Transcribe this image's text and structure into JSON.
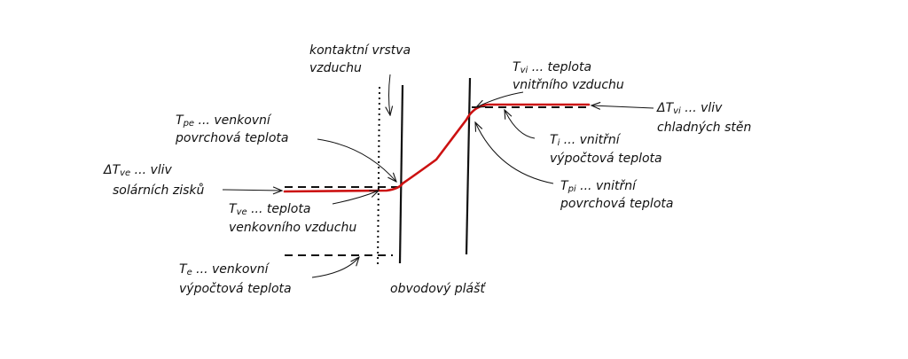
{
  "colors": {
    "ink": "#111111",
    "temperature_curve": "#cc1111",
    "background": "#ffffff"
  },
  "labels": {
    "contact_layer": {
      "line1": "kontaktní vrstva",
      "line2": "vzduchu"
    },
    "tvi": {
      "symbol": "T",
      "sub": "vi",
      "line1": " ... teplota",
      "line2": "vnitřního vzduchu"
    },
    "dtvi": {
      "symbol": "ΔT",
      "sub": "vi",
      "line1": " ... vliv",
      "line2": "chladných stěn"
    },
    "tpe": {
      "symbol": "T",
      "sub": "pe",
      "line1": " ... venkovní",
      "line2": "povrchová teplota"
    },
    "ti": {
      "symbol": "T",
      "sub": "i",
      "line1": " ... vnitřní",
      "line2": "výpočtová teplota"
    },
    "dtve": {
      "symbol": "ΔT",
      "sub": "ve",
      "line1": " ... vliv",
      "line2": "solárních zisků"
    },
    "tpi": {
      "symbol": "T",
      "sub": "pi",
      "line1": " ... vnitřní",
      "line2": "povrchová teplota"
    },
    "tve": {
      "symbol": "T",
      "sub": "ve",
      "line1": " ... teplota",
      "line2": "venkovního vzduchu"
    },
    "te": {
      "symbol": "T",
      "sub": "e",
      "line1": " ... venkovní",
      "line2": "výpočtová teplota"
    },
    "envelope": {
      "line1": "obvodový plášť"
    }
  }
}
